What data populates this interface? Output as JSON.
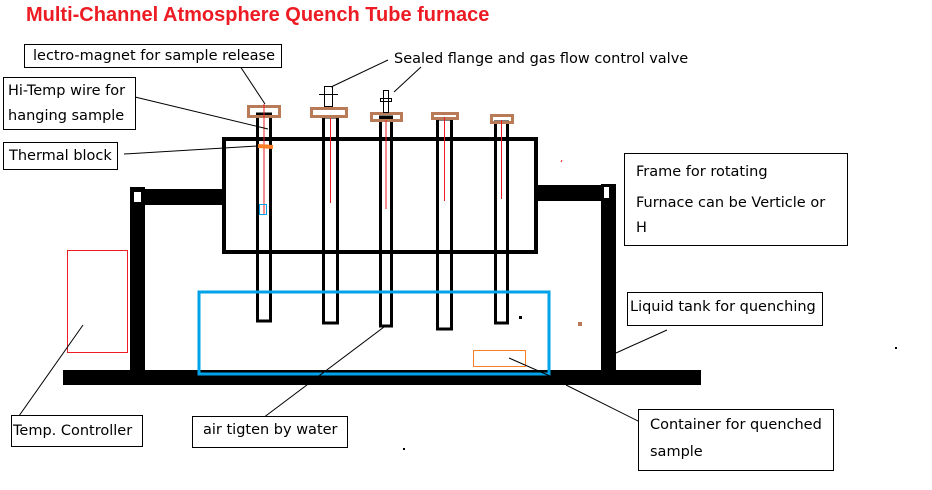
{
  "title": "Multi-Channel Atmosphere Quench Tube furnace",
  "colors": {
    "title": "#ed1c24",
    "frame": "#000000",
    "cap": "#b97a57",
    "wire": "#ed1c24",
    "tank": "#00a2e8",
    "thermal_block": "#ff7f27",
    "controller": "#ed1c24",
    "container": "#ff7f27",
    "sample": "#00a2e8"
  },
  "labels": {
    "electromagnet": "lectro-magnet for sample release",
    "hi_temp_wire_line1": "Hi-Temp wire for",
    "hi_temp_wire_line2": "hanging sample",
    "thermal_block": "Thermal block",
    "sealed_flange": "Sealed flange and gas flow control valve",
    "frame_line1": "Frame for rotating",
    "frame_line2": "Furnace can be Verticle or",
    "frame_line3": "H",
    "liquid_tank": "Liquid tank for quenching",
    "temp_controller": "Temp. Controller",
    "air_tight": "air tigten by water",
    "container_line1": "Container for quenched",
    "container_line2": "sample"
  },
  "tubes": {
    "count": 5,
    "channels": [
      "1",
      "2",
      "3",
      "4",
      "5"
    ]
  }
}
